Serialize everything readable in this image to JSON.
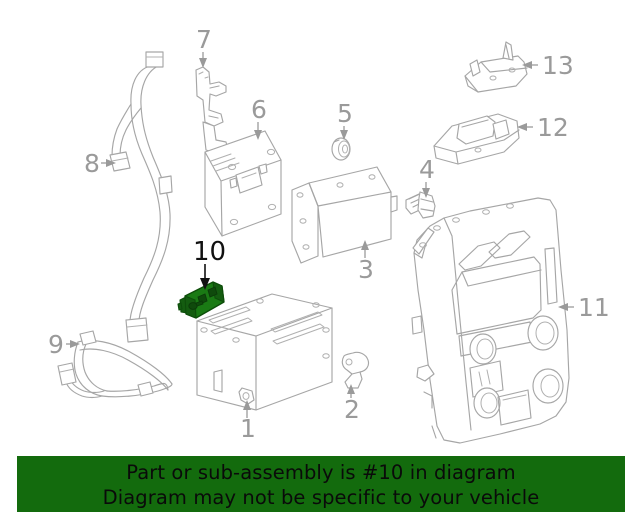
{
  "diagram": {
    "type": "automotive-parts-exploded-diagram",
    "subject": "Audio / radio and center dash components",
    "background_color": "#ffffff",
    "line_color": "#a6a6a6",
    "callout_color": "#9a9a9a",
    "highlight_color": "#1a7a14",
    "highlighted_callout": "10",
    "callouts": [
      {
        "id": "1",
        "label": "1",
        "part": "radio-receiver-retainer-clip",
        "highlighted": false
      },
      {
        "id": "2",
        "label": "2",
        "part": "antenna-base-knob",
        "highlighted": false
      },
      {
        "id": "3",
        "label": "3",
        "part": "amplifier-module",
        "highlighted": false
      },
      {
        "id": "4",
        "label": "4",
        "part": "hex-flange-bolt",
        "highlighted": false
      },
      {
        "id": "5",
        "label": "5",
        "part": "rubber-grommet",
        "highlighted": false
      },
      {
        "id": "6",
        "label": "6",
        "part": "control-module",
        "highlighted": false
      },
      {
        "id": "7",
        "label": "7",
        "part": "mounting-bracket",
        "highlighted": false
      },
      {
        "id": "8",
        "label": "8",
        "part": "antenna-cable-harness",
        "highlighted": false
      },
      {
        "id": "9",
        "label": "9",
        "part": "wiring-harness-jumper",
        "highlighted": false
      },
      {
        "id": "10",
        "label": "10",
        "part": "remote-transmitter-key-fob",
        "highlighted": true
      },
      {
        "id": "11",
        "label": "11",
        "part": "center-dash-trim-bezel",
        "highlighted": false
      },
      {
        "id": "12",
        "label": "12",
        "part": "lower-console-bracket",
        "highlighted": false
      },
      {
        "id": "13",
        "label": "13",
        "part": "upper-retainer-bracket",
        "highlighted": false
      }
    ]
  },
  "notice": {
    "background_color": "#136b0d",
    "text_color": "#0a0a0a",
    "line1": "Part or sub-assembly is #10 in diagram",
    "line2": "Diagram may not be specific to your vehicle"
  }
}
